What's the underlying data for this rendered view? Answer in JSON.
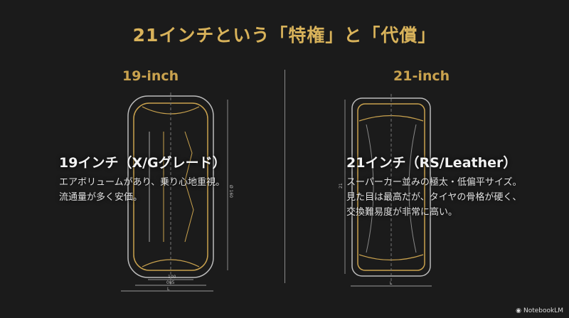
{
  "title": "21インチという「特権」と「代償」",
  "left": {
    "size_label": "19-inch",
    "heading": "19インチ（X/Gグレード）",
    "desc": [
      "エアボリュームがあり、乗り心地重視。",
      "流通量が多く安価。"
    ],
    "dims": {
      "inner": "100",
      "outer": "085",
      "overall": "L",
      "height": "Ø 160"
    }
  },
  "right": {
    "size_label": "21-inch",
    "heading": "21インチ（RS/Leather）",
    "desc": [
      "スーパーカー並みの極太・低偏平サイズ。",
      "見た目は最高だが、タイヤの骨格が硬く、",
      "交換難易度が非常に高い。"
    ],
    "dims": {
      "height": "21",
      "overall": "L"
    }
  },
  "colors": {
    "accent": "#d8b25a",
    "background": "#1b1b1b"
  },
  "footer": {
    "brand": "NotebookLM",
    "icon": "notebooklm-logo-icon"
  }
}
